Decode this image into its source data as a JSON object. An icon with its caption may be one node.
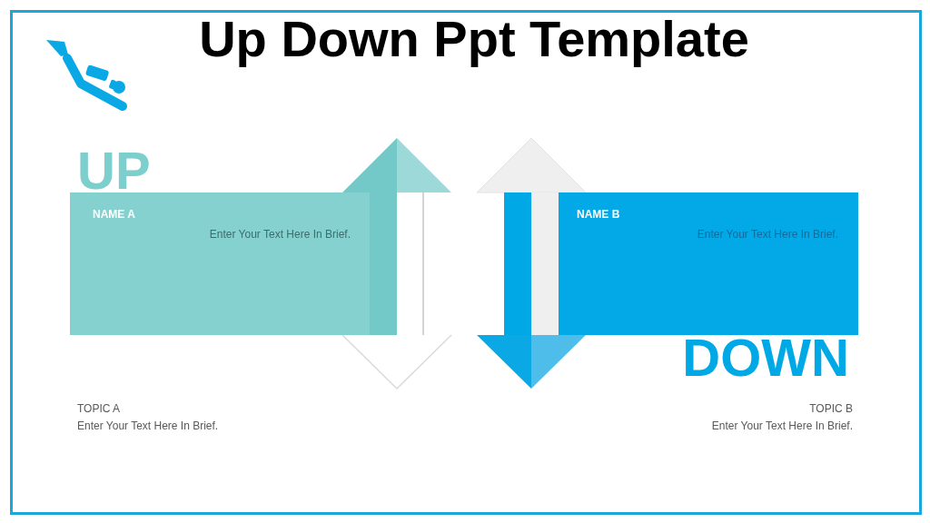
{
  "diagram": {
    "title": "Up Down Ppt Template",
    "nodes": [
      {
        "text": [
          "NAME A",
          "Enter Your Text Here In Brief."
        ],
        "beside": [
          "UP"
        ]
      },
      {
        "text": [
          "NAME B",
          "Enter Your Text Here In Brief."
        ],
        "beside": [
          "DOWN"
        ]
      }
    ],
    "edges": [],
    "labels": [
      "TOPIC A",
      "Enter Your Text Here In Brief.",
      "TOPIC B",
      "Enter Your Text Here In Brief."
    ]
  }
}
